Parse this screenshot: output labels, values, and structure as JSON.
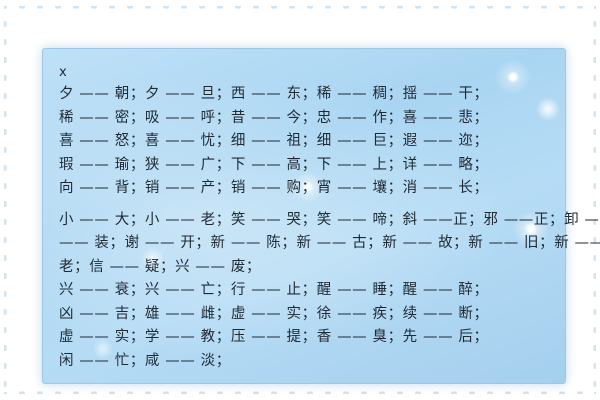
{
  "header": "x",
  "group1": [
    "夕 —— 朝；夕 —— 旦；西 —— 东；稀 —— 稠；揺 —— 干；",
    "稀 —— 密；吸 —— 呼；昔 —— 今；忠 —— 作；喜 —— 悲；",
    "喜 —— 怒；喜 —— 忧；细 —— 祖；细 —— 巨；遐 —— 迩；",
    "瑕 —— 瑜；狭 —— 广；下 —— 高；下 —— 上；详 —— 略；",
    "向 —— 背；销 —— 产；销 —— 购；宵 —— 壤；消 —— 长；"
  ],
  "group2": [
    "小 —— 大；小 —— 老；笑 —— 哭；笑 —— 啼；斜 ——正；邪 ——正；卸 ——",
    "—— 装；谢 —— 开；新 —— 陈；新 —— 古；新 —— 故；新 —— 旧；新 ——",
    "老；信 —— 疑；兴 —— 废；",
    "兴 —— 衰；兴 —— 亡；行 —— 止；醒 —— 睡；醒 —— 醉；",
    "凶 —— 吉；雄 —— 雌；虚 —— 实；徐 —— 疾；续 —— 断；",
    "虚 —— 实；学 —— 教；压 —— 提；香 —— 臭；先 —— 后；",
    "闲 —— 忙；咸 —— 淡；"
  ]
}
